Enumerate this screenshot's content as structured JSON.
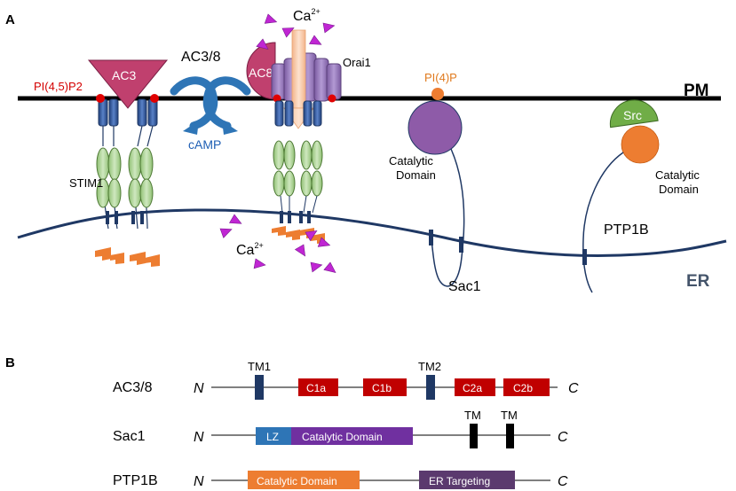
{
  "panels": {
    "a": "A",
    "b": "B"
  },
  "panel_a": {
    "ac3_label": "AC3",
    "ac8_label": "AC8",
    "ac38_label": "AC3/8",
    "ca_top": "Ca",
    "ca_top_sup": "2+",
    "ca_bottom": "Ca",
    "ca_bottom_sup": "2+",
    "pip2_label": "PI(4,5)P2",
    "camp_label": "cAMP",
    "orai1_label": "Orai1",
    "stim1_label": "STIM1",
    "pi4p_label": "PI(4)P",
    "sac1_cat_line1": "Catalytic",
    "sac1_cat_line2": "Domain",
    "sac1_label": "Sac1",
    "src_label": "Src",
    "ptp_cat_line1": "Catalytic",
    "ptp_cat_line2": "Domain",
    "ptp1b_label": "PTP1B",
    "pm_label": "PM",
    "er_label": "ER"
  },
  "panel_b": {
    "rows": [
      {
        "name": "AC3/8",
        "n": "N",
        "c": "C",
        "tm1": "TM1",
        "tm2": "TM2",
        "d1": "C1a",
        "d2": "C1b",
        "d3": "C2a",
        "d4": "C2b"
      },
      {
        "name": "Sac1",
        "n": "N",
        "c": "C",
        "tm1": "TM",
        "tm2": "TM",
        "d1": "LZ",
        "d2": "Catalytic Domain"
      },
      {
        "name": "PTP1B",
        "n": "N",
        "c": "C",
        "d1": "Catalytic Domain",
        "d2": "ER Targeting"
      }
    ]
  },
  "colors": {
    "ac3": "#c0406e",
    "stim1_cc": "#a9d18e",
    "stim1_tm": "#2f5597",
    "orai1": "#8e6bb0",
    "ca_ion": "#c026d3",
    "sac1_domain": "#8e5ba8",
    "src": "#70ad47",
    "ptp1b_domain": "#ed7d31",
    "membrane_er": "#1f3864",
    "ac_domain_box": "#c00000",
    "tm_box": "#1f3864",
    "lz_box": "#2e75b6",
    "er_targeting_box": "#5b3a6e"
  }
}
